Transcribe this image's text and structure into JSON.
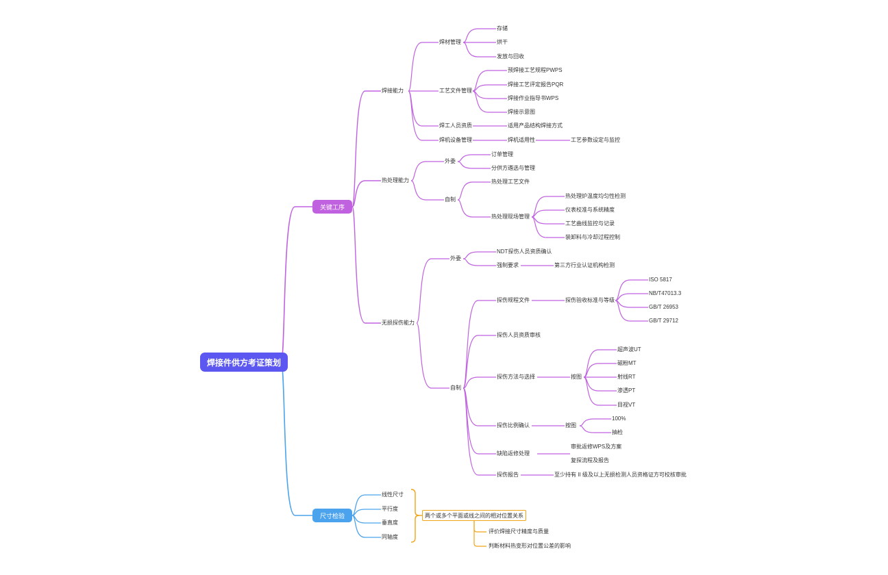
{
  "root": "焊接件供方考证策划",
  "colors": {
    "root": "#5b57f0",
    "branch1": "#c062e0",
    "branch2": "#4aa3ec",
    "bracket": "#f0a518"
  },
  "b1": {
    "label": "关键工序",
    "weld": {
      "label": "焊接能力",
      "mat": {
        "label": "焊材管理",
        "items": [
          "存储",
          "烘干",
          "发放与回收"
        ]
      },
      "doc": {
        "label": "工艺文件管理",
        "items": [
          "预焊接工艺规程PWPS",
          "焊接工艺评定报告PQR",
          "焊接作业指导书WPS",
          "焊接示意图"
        ]
      },
      "staff": {
        "label": "焊工人员资质",
        "item": "适用产品结构焊接方式"
      },
      "equip": {
        "label": "焊机设备管理",
        "item": "焊机适用性",
        "sub": "工艺参数设定与监控"
      }
    },
    "heat": {
      "label": "热处理能力",
      "out": {
        "label": "外委",
        "items": [
          "订单管理",
          "分供方遴选与管理"
        ]
      },
      "self": {
        "label": "自制",
        "doc": "热处理工艺文件",
        "site": {
          "label": "热处理现场管理",
          "items": [
            "热处理炉温度均匀性检测",
            "仪表校准与系统精度",
            "工艺曲线监控与记录",
            "装卸料与冷却过程控制"
          ]
        }
      }
    },
    "ndt": {
      "label": "无损探伤能力",
      "out": {
        "label": "外委",
        "a": "NDT探伤人员资质确认",
        "b": "强制要求",
        "b_sub": "第三方行业认证机构检测"
      },
      "self": {
        "label": "自制",
        "std": {
          "label": "探伤规程文件",
          "sub": "探伤验收标准与等级",
          "items": [
            "ISO 5817",
            "NB/T47013.3",
            "GB/T 26953",
            "GB/T 29712"
          ]
        },
        "staff": "探伤人员资质审核",
        "method": {
          "label": "探伤方法与选择",
          "sub": "按图",
          "items": [
            "超声波UT",
            "磁粉MT",
            "射线RT",
            "渗透PT",
            "目视VT"
          ]
        },
        "ratio": {
          "label": "探伤比例确认",
          "sub": "按图",
          "items": [
            "100%",
            "抽检"
          ]
        },
        "defect": {
          "label": "缺陷返修处理",
          "items": [
            "审批返修WPS及方案",
            "复探流程及报告"
          ]
        },
        "report": {
          "label": "探伤报告",
          "sub": "至少持有 II 级及以上无损检测人员资格证方可校核审批"
        }
      }
    }
  },
  "b2": {
    "label": "尺寸检验",
    "items": [
      "线性尺寸",
      "平行度",
      "垂直度",
      "同轴度"
    ],
    "note": "两个或多个平面或线之间的相对位置关系",
    "note_items": [
      "评价焊接尺寸精度与质量",
      "判断材料热变形对位置公差的影响"
    ]
  }
}
